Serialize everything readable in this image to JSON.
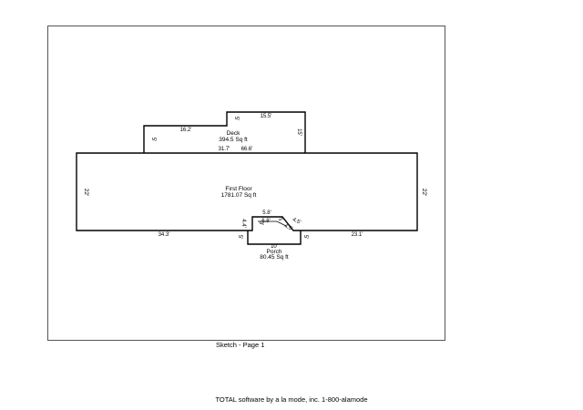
{
  "sketch": {
    "deck": {
      "name": "Deck",
      "area": "394.5 Sq ft",
      "dims": {
        "left_top": "16.2'",
        "right_top": "15.5'",
        "left_side": "5'",
        "step": "5'",
        "right_side": "15'",
        "bottom_left": "31.7'",
        "bottom_right": "66.6'"
      }
    },
    "first_floor": {
      "name": "First Floor",
      "area": "1781.07 Sq ft",
      "dims": {
        "left": "22'",
        "right": "22'",
        "bottom_left": "34.3'",
        "bottom_right": "23.1'"
      }
    },
    "porch": {
      "name": "Porch",
      "area": "80.45 Sq ft",
      "dims": {
        "top": "5.8'",
        "inner_left": "4.4'",
        "inner_top": "6.8'",
        "inner_a": "3'",
        "inner_b": "4.5'",
        "inner_c": "4.5'",
        "diag": "3'",
        "left": "5'",
        "right": "5'",
        "bottom": "10'"
      }
    },
    "page_caption": "Sketch - Page 1"
  },
  "footer": "TOTAL software by a la mode, inc.  1-800-alamode"
}
